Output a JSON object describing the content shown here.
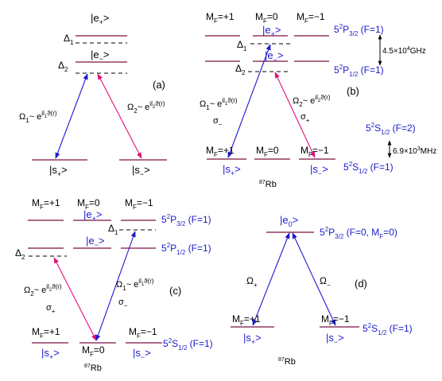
{
  "labels": {
    "e_plus": "|e",
    "e_plus_sub": "+",
    "e_minus": "|e",
    "e_minus_sub": "−",
    "s_plus": "|s",
    "s_plus_sub": "+",
    "s_minus": "|s",
    "s_minus_sub": "−",
    "e0": "|e",
    "e0_sub": "0",
    "ket_close": ">",
    "delta": "Δ",
    "delta1_sub": "1",
    "delta2_sub": "2",
    "omega": "Ω",
    "omega1_sub": "1",
    "omega2_sub": "2",
    "omega_plus_sub": "+",
    "omega_minus_sub": "−",
    "coupling_tilde": "~ e",
    "il1": "il",
    "il1_sub": "1",
    "il2": "il",
    "il2_sub": "2",
    "theta_r": "ϑ(r)",
    "sigma": "σ",
    "sigma_minus_sub": "−",
    "sigma_plus_sub": "+",
    "mf_plus1": "M",
    "mf_plus1_rest": "=+1",
    "mf_zero": "M",
    "mf_zero_rest": "=0",
    "mf_minus1": "M",
    "mf_minus1_rest": "=−1",
    "mf_sub": "F",
    "p32": "5",
    "p32_sup": "2",
    "p32_main": "P",
    "p32_sub": "3/2",
    "p32_f1": " (F=1)",
    "p12": "5",
    "p12_sup": "2",
    "p12_main": "P",
    "p12_sub": "1/2",
    "p12_f1": " (F=1)",
    "s12": "5",
    "s12_sup": "2",
    "s12_main": "S",
    "s12_sub": "1/2",
    "s12_f1": " (F=1)",
    "s12_f2": " (F=2)",
    "p32_d": " (F=0, M",
    "p32_d_sub": "F",
    "p32_d_rest": "=0)",
    "rb": "Rb",
    "rb_sup": "87",
    "split_p": "4.5×10",
    "split_p_sup": "4",
    "split_p_unit": "GHz",
    "split_s": "6.9×10",
    "split_s_sup": "3",
    "split_s_unit": "MHz",
    "panel_a": "(a)",
    "panel_b": "(b)",
    "panel_c": "(c)",
    "panel_d": "(d)"
  }
}
